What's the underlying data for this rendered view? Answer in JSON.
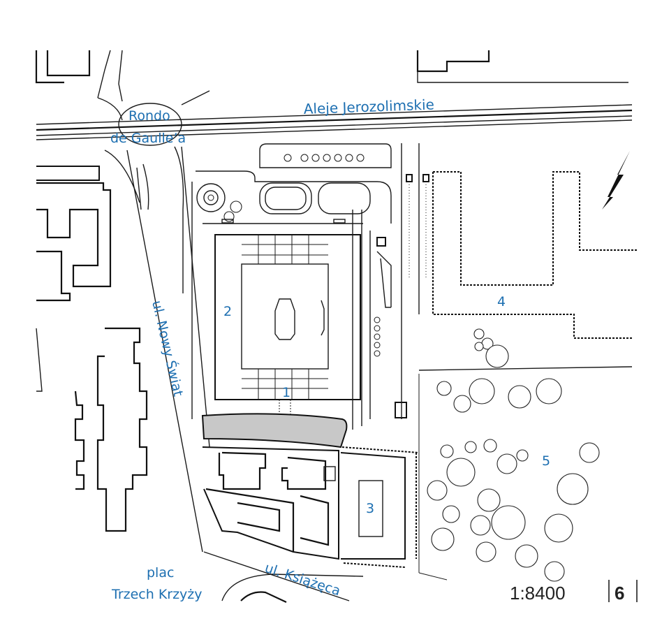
{
  "labels": {
    "rondo_line1": "Rondo",
    "rondo_line2": "de Gaulle’a",
    "aleje": "Aleje Jerozolimskie",
    "nowy_swiat": "ul. Nowy Świat",
    "plac_line1": "plac",
    "plac_line2": "Trzech Krzyży",
    "ksiazeca": "ul. Książęca"
  },
  "markers": [
    "1",
    "2",
    "3",
    "4",
    "5"
  ],
  "scale": {
    "ratio": "1:8400",
    "page": "6"
  },
  "colors": {
    "label_blue": "#1d6fb1",
    "line_black": "#1a1a1a",
    "hatch_gray": "#c8c8c8"
  }
}
